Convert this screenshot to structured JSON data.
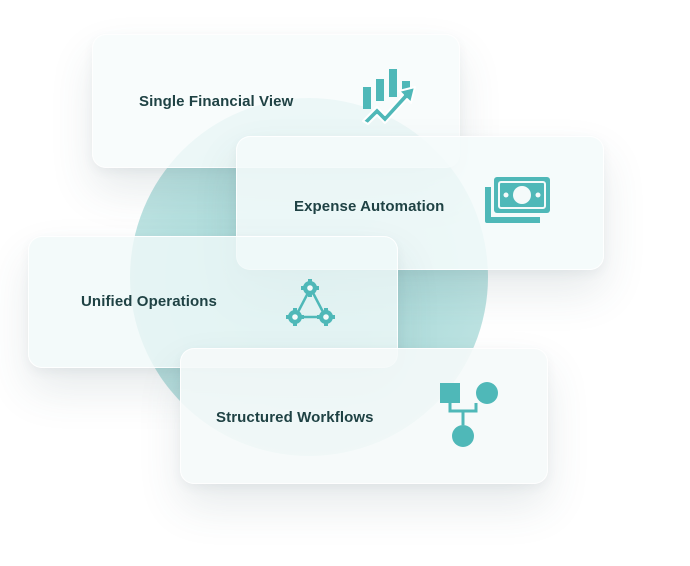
{
  "colors": {
    "accent": "#4fb8b8",
    "text": "#1f4244",
    "circle": "#b3dedd"
  },
  "cards": [
    {
      "label": "Single Financial View",
      "icon": "chart-growth-icon"
    },
    {
      "label": "Expense Automation",
      "icon": "money-stack-icon"
    },
    {
      "label": "Unified Operations",
      "icon": "gears-network-icon"
    },
    {
      "label": "Structured Workflows",
      "icon": "workflow-icon"
    }
  ]
}
